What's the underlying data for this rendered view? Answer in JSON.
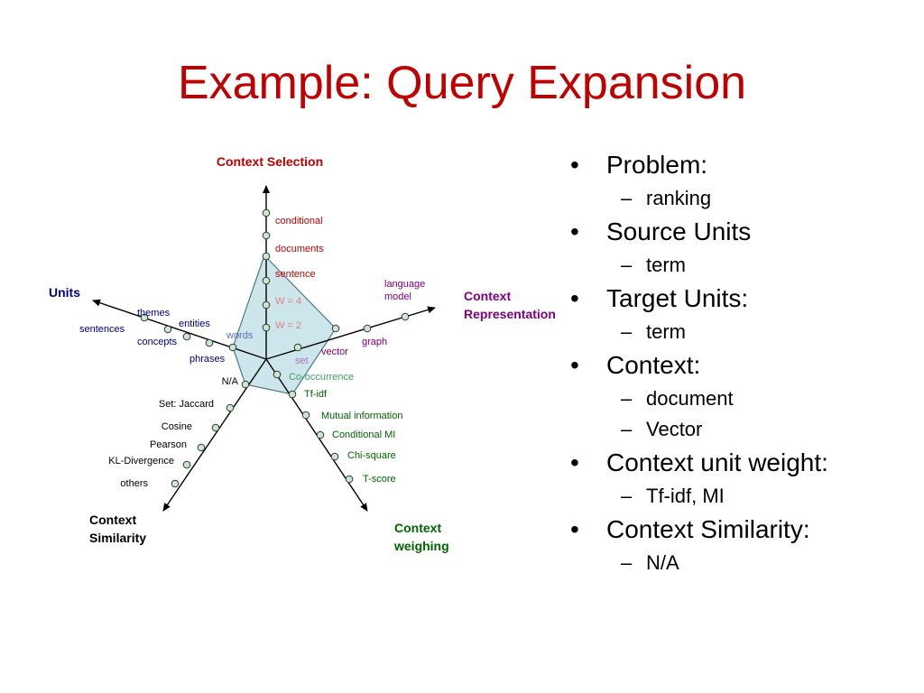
{
  "slide": {
    "title": "Example: Query Expansion"
  },
  "diagram": {
    "colors": {
      "selection": "#c00000",
      "units": "#00008b",
      "representation": "#800080",
      "weighing": "#006400",
      "similarity": "#000000",
      "pentagon_fill": "#cde6ec",
      "pentagon_stroke": "#4a7a8a",
      "node_fill": "#c8e6d0",
      "faint_label": "#e08080"
    },
    "axes": {
      "selection": {
        "title": "Context Selection",
        "ticks": [
          "conditional",
          "documents",
          "sentence",
          "W = 4",
          "W = 2"
        ]
      },
      "units": {
        "title": "Units",
        "ticks": [
          "themes",
          "entities",
          "sentences",
          "concepts",
          "phrases",
          "words"
        ]
      },
      "representation": {
        "title_line1": "Context",
        "title_line2": "Representation",
        "ticks": [
          "language",
          "model",
          "graph",
          "vector",
          "set"
        ]
      },
      "weighing": {
        "title_line1": "Context",
        "title_line2": "weighing",
        "ticks": [
          "Co-occurrence",
          "Tf-idf",
          "Mutual information",
          "Conditional MI",
          "Chi-square",
          "T-score"
        ]
      },
      "similarity": {
        "title_line1": "Context",
        "title_line2": "Similarity",
        "ticks": [
          "N/A",
          "Set: Jaccard",
          "Cosine",
          "Pearson",
          "KL-Divergence",
          "others"
        ]
      }
    }
  },
  "bullets": [
    {
      "text": "Problem:",
      "subs": [
        "ranking"
      ]
    },
    {
      "text": "Source Units",
      "subs": [
        "term"
      ]
    },
    {
      "text": "Target Units:",
      "subs": [
        "term"
      ]
    },
    {
      "text": "Context:",
      "subs": [
        "document",
        "Vector"
      ]
    },
    {
      "text": "Context unit weight:",
      "subs": [
        "Tf-idf, MI"
      ]
    },
    {
      "text": "Context Similarity:",
      "subs": [
        "N/A"
      ]
    }
  ],
  "bullet_symbol": "•",
  "dash_symbol": "–"
}
